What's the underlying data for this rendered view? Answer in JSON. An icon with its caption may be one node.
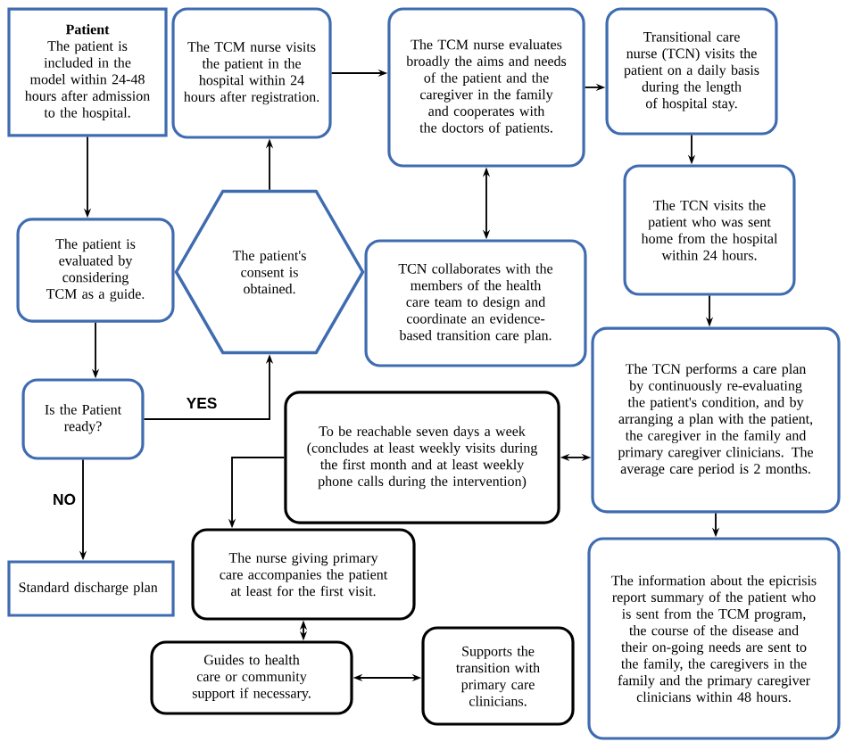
{
  "diagram": {
    "nodes": [
      {
        "text": [
          "Patient",
          "The patient is included in the model within 24-48 hours after admission to the hospital."
        ]
      },
      {
        "text": [
          "The TCM nurse visits the patient in the hospital within 24 hours after registration."
        ]
      },
      {
        "text": [
          "The TCM nurse evaluates broadly the aims and needs of the patient and the caregiver in the family and cooperates with the doctors of patients."
        ]
      },
      {
        "text": [
          "Transitional care nurse (TCN) visits the patient on a daily basis during the length of hospital stay."
        ]
      },
      {
        "text": [
          "The patient is evaluated by considering TCM as a guide."
        ]
      },
      {
        "text": [
          "The patient's consent is obtained."
        ]
      },
      {
        "text": [
          "TCN collaborates with the members of the health care team to design and coordinate an evidence-based transition care plan."
        ]
      },
      {
        "text": [
          "The TCN visits the patient who was sent home from the hospital within 24 hours."
        ]
      },
      {
        "text": [
          "Is the Patient ready?"
        ]
      },
      {
        "text": [
          "The TCN performs a care plan by continuously re-evaluating the patient's condition, and by arranging a plan with the patient, the caregiver in the family and primary caregiver clinicians. The average care period is 2 months."
        ]
      },
      {
        "text": [
          "To be reachable seven days a week (concludes at least weekly visits during the first month and at least weekly phone calls during the intervention)"
        ]
      },
      {
        "text": [
          "Standard discharge plan"
        ]
      },
      {
        "text": [
          "The nurse giving primary care accompanies the patient at least for the first visit."
        ]
      },
      {
        "text": [
          "Guides to health care or community support if necessary."
        ]
      },
      {
        "text": [
          "Supports the transition with primary care clinicians."
        ]
      },
      {
        "text": [
          "The information about the epicrisis report summary of the patient who is sent from the TCM program, the course of the disease and their on-going needs are sent to the family, the caregivers in the family and the primary caregiver clinicians within 48 hours."
        ]
      }
    ],
    "edges": [
      {
        "from": 0,
        "to": 4,
        "arrow": "to"
      },
      {
        "from": 1,
        "to": 2,
        "arrow": "to"
      },
      {
        "from": 2,
        "to": 3,
        "arrow": "to"
      },
      {
        "from": 3,
        "to": 7,
        "arrow": "to"
      },
      {
        "from": 2,
        "to": 6,
        "arrow": "both"
      },
      {
        "from": 5,
        "to": 1,
        "arrow": "to"
      },
      {
        "from": 4,
        "to": 8,
        "arrow": "to"
      },
      {
        "from": 8,
        "to": 5,
        "arrow": "to",
        "label": "YES"
      },
      {
        "from": 8,
        "to": 11,
        "arrow": "to",
        "label": "NO"
      },
      {
        "from": 7,
        "to": 9,
        "arrow": "to"
      },
      {
        "from": 9,
        "to": 15,
        "arrow": "to"
      },
      {
        "from": 10,
        "to": 9,
        "arrow": "both"
      },
      {
        "from": 10,
        "to": 12,
        "arrow": "to"
      },
      {
        "from": 12,
        "to": 13,
        "arrow": "both"
      },
      {
        "from": 13,
        "to": 14,
        "arrow": "both"
      }
    ]
  }
}
